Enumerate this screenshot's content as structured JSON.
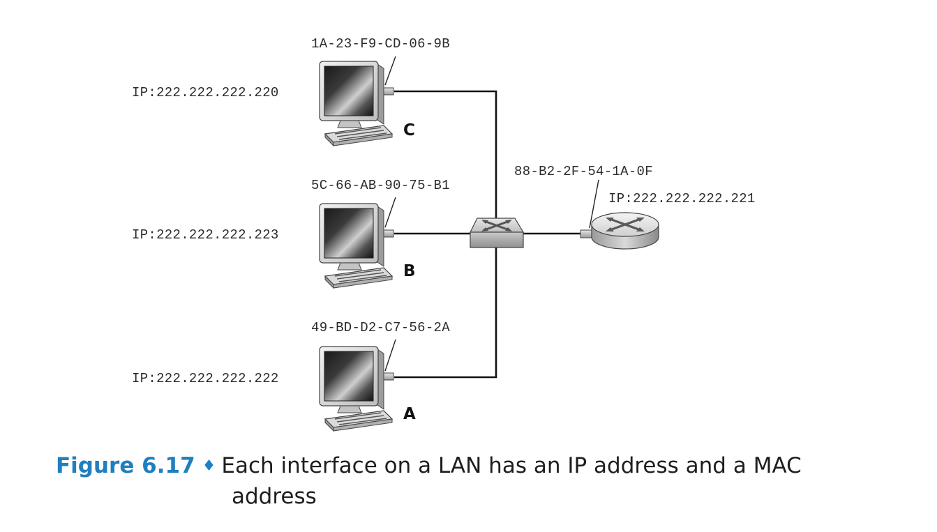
{
  "hosts": [
    {
      "label": "C",
      "ip": "IP:222.222.222.220",
      "mac": "1A-23-F9-CD-06-9B"
    },
    {
      "label": "B",
      "ip": "IP:222.222.222.223",
      "mac": "5C-66-AB-90-75-B1"
    },
    {
      "label": "A",
      "ip": "IP:222.222.222.222",
      "mac": "49-BD-D2-C7-56-2A"
    }
  ],
  "router": {
    "ip": "IP:222.222.222.221",
    "mac": "88-B2-2F-54-1A-0F"
  },
  "caption": {
    "figure_number": "Figure 6.17",
    "separator": "♦",
    "line1": "Each interface on a LAN has an IP address and a MAC",
    "line2": "address"
  },
  "colors": {
    "caption_accent": "#1f7fc0",
    "link": "#111111"
  },
  "icons": {
    "host": "desktop-computer-icon",
    "switch": "switch-icon",
    "router": "router-icon"
  }
}
